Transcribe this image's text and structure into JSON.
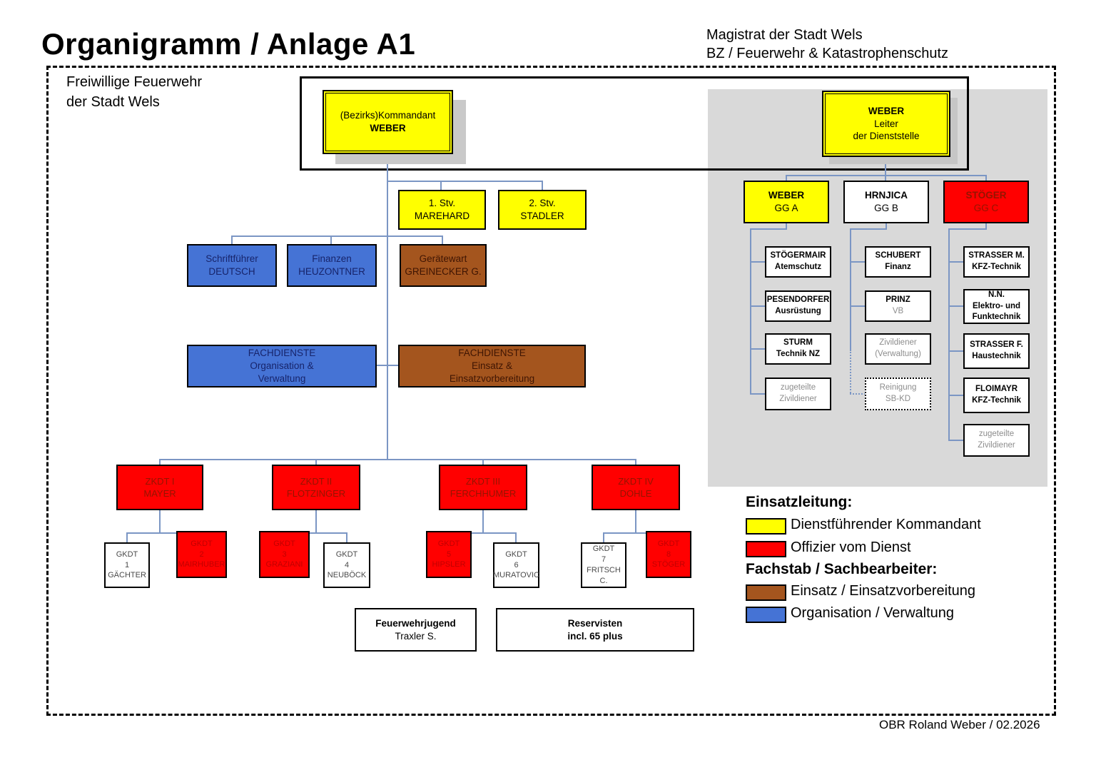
{
  "header": {
    "title": "Organigramm / Anlage A1",
    "org_line1": "Magistrat der Stadt Wels",
    "org_line2": "BZ / Feuerwehr & Katastrophenschutz",
    "sub_line1": "Freiwillige Feuerwehr",
    "sub_line2": "der Stadt Wels",
    "footer": "OBR Roland Weber / 02.2026"
  },
  "colors": {
    "yellow": "#ffff00",
    "red": "#ff0000",
    "blue": "#4573d5",
    "brown": "#a4551e",
    "panel_gray": "#d9d9d9",
    "connector_blue": "#7b96c4",
    "shadow_gray": "#c9c9c9"
  },
  "boxes": {
    "kommandant": {
      "l1": "(Bezirks)Kommandant",
      "l2": "WEBER"
    },
    "stv1": {
      "l1": "1. Stv.",
      "l2": "MAREHARD"
    },
    "stv2": {
      "l1": "2. Stv.",
      "l2": "STADLER"
    },
    "schriftfuehrer": {
      "l1": "Schriftführer",
      "l2": "DEUTSCH"
    },
    "finanzen": {
      "l1": "Finanzen",
      "l2": "HEUZONTNER"
    },
    "geraetewart": {
      "l1": "Gerätewart",
      "l2": "GREINECKER G."
    },
    "fachdienste_orga": {
      "l1": "FACHDIENSTE",
      "l2": "Organisation &",
      "l3": "Verwaltung"
    },
    "fachdienste_einsatz": {
      "l1": "FACHDIENSTE",
      "l2": "Einsatz &",
      "l3": "Einsatzvorbereitung"
    },
    "zkdt1": {
      "l1": "ZKDT I",
      "l2": "MAYER"
    },
    "zkdt2": {
      "l1": "ZKDT II",
      "l2": "FLOTZINGER"
    },
    "zkdt3": {
      "l1": "ZKDT III",
      "l2": "FERCHHUMER"
    },
    "zkdt4": {
      "l1": "ZKDT IV",
      "l2": "DOHLE"
    },
    "gkdt1": {
      "l1": "GKDT",
      "l2": "1",
      "l3": "GÄCHTER"
    },
    "gkdt2": {
      "l1": "GKDT",
      "l2": "2",
      "l3": "MAIRHUBER"
    },
    "gkdt3": {
      "l1": "GKDT",
      "l2": "3",
      "l3": "GRAZIANI"
    },
    "gkdt4": {
      "l1": "GKDT",
      "l2": "4",
      "l3": "NEUBÖCK"
    },
    "gkdt5": {
      "l1": "GKDT",
      "l2": "5",
      "l3": "HIPSLER"
    },
    "gkdt6": {
      "l1": "GKDT",
      "l2": "6",
      "l3": "MURATOVIC"
    },
    "gkdt7": {
      "l1": "GKDT",
      "l2": "7",
      "l3": "FRITSCH C."
    },
    "gkdt8": {
      "l1": "GKDT",
      "l2": "8",
      "l3": "STÖGER"
    },
    "feuerwehrjugend": {
      "l1": "Feuerwehrjugend",
      "l2": "Traxler S."
    },
    "reservisten": {
      "l1": "Reservisten",
      "l2": "incl. 65 plus"
    },
    "leiter": {
      "l1": "WEBER",
      "l2": "Leiter",
      "l3": "der Dienststelle"
    },
    "gg_a": {
      "l1": "WEBER",
      "l2": "GG A"
    },
    "gg_b": {
      "l1": "HRNJICA",
      "l2": "GG B"
    },
    "gg_c": {
      "l1": "STÖGER",
      "l2": "GG C"
    },
    "a1": {
      "l1": "STÖGERMAIR",
      "l2": "Atemschutz"
    },
    "a2": {
      "l1": "PESENDORFER",
      "l2": "Ausrüstung"
    },
    "a3": {
      "l1": "STURM",
      "l2": "Technik NZ"
    },
    "a4": {
      "l1": "zugeteilte",
      "l2": "Zivildiener"
    },
    "b1": {
      "l1": "SCHUBERT",
      "l2": "Finanz"
    },
    "b2": {
      "l1": "PRINZ",
      "l2": "VB"
    },
    "b3": {
      "l1": "Zivildiener",
      "l2": "(Verwaltung)"
    },
    "b4": {
      "l1": "Reinigung",
      "l2": "SB-KD"
    },
    "c1": {
      "l1": "STRASSER M.",
      "l2": "KFZ-Technik"
    },
    "c2": {
      "l1": "N.N.",
      "l2": "Elektro- und",
      "l3": "Funktechnik"
    },
    "c3": {
      "l1": "STRASSER F.",
      "l2": "Haustechnik"
    },
    "c4": {
      "l1": "FLOIMAYR",
      "l2": "KFZ-Technik"
    },
    "c5": {
      "l1": "zugeteilte",
      "l2": "Zivildiener"
    }
  },
  "legend": {
    "h1": "Einsatzleitung:",
    "item1": {
      "label": "Dienstführender Kommandant",
      "color": "#ffff00"
    },
    "item2": {
      "label": "Offizier vom Dienst",
      "color": "#ff0000"
    },
    "h2": "Fachstab / Sachbearbeiter:",
    "item3": {
      "label": "Einsatz / Einsatzvorbereitung",
      "color": "#a4551e"
    },
    "item4": {
      "label": "Organisation / Verwaltung",
      "color": "#4573d5"
    }
  }
}
